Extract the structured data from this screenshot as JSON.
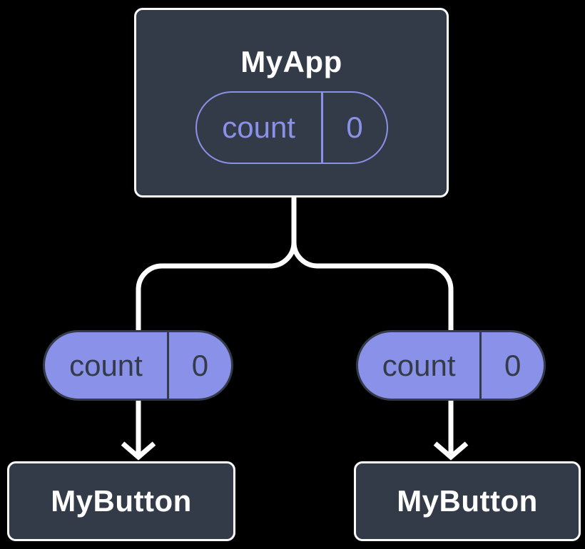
{
  "colors": {
    "background": "#000000",
    "card": "#343B48",
    "card_border": "#FFFFFF",
    "accent": "#8A91E8",
    "connector": "#FFFFFF",
    "pill_text_dark": "#343B48",
    "title_text": "#FFFFFF"
  },
  "tree": {
    "root": {
      "name": "MyApp",
      "state": {
        "label": "count",
        "value": "0"
      }
    },
    "children": [
      {
        "prop": {
          "label": "count",
          "value": "0"
        },
        "name": "MyButton"
      },
      {
        "prop": {
          "label": "count",
          "value": "0"
        },
        "name": "MyButton"
      }
    ]
  }
}
